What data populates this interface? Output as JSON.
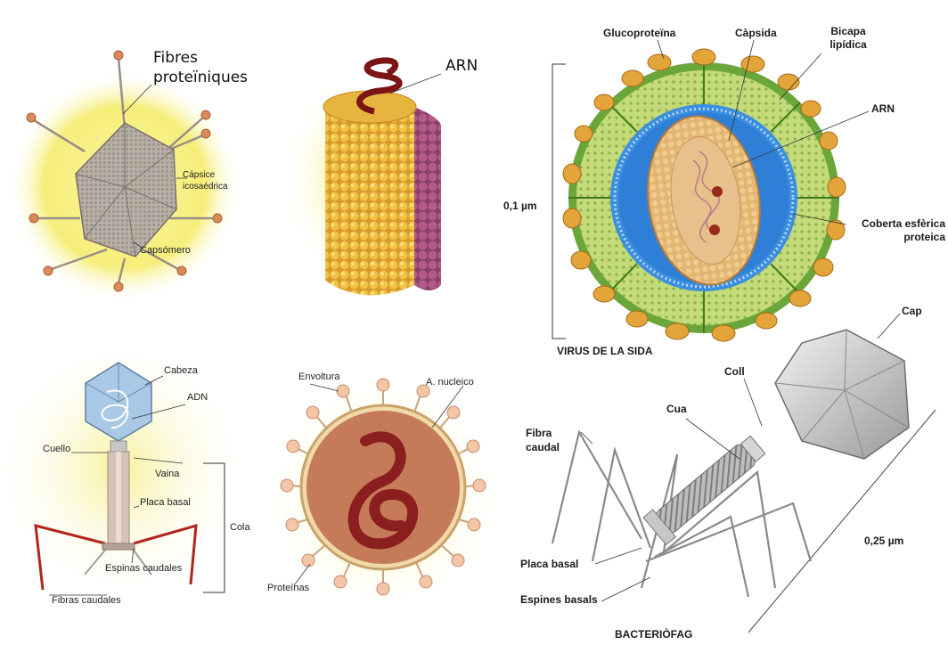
{
  "panels": {
    "icosahedral": {
      "labels": {
        "fibres": "Fibres proteïniques",
        "capsice": "Cápsice icosaédrica",
        "capsomero": "Capsómero"
      }
    },
    "helical": {
      "labels": {
        "arn": "ARN"
      }
    },
    "hiv": {
      "labels": {
        "glucoproteina": "Glucoproteïna",
        "capsida": "Càpsida",
        "bicapa": "Bicapa lipídica",
        "arn": "ARN",
        "coberta": "Coberta esfèrica proteica",
        "size": "0,1  µm",
        "title": "VIRUS DE LA SIDA"
      }
    },
    "phage_es": {
      "labels": {
        "cabeza": "Cabeza",
        "adn": "ADN",
        "cuello": "Cuello",
        "vaina": "Vaina",
        "placa": "Placa basal",
        "cola": "Cola",
        "espinas": "Espinas caudales",
        "fibras": "Fibras caudales"
      }
    },
    "enveloped": {
      "labels": {
        "envoltura": "Envoltura",
        "nucleico": "A. nucleico",
        "proteinas": "Proteínas"
      }
    },
    "phage_ca": {
      "labels": {
        "cap": "Cap",
        "coll": "Coll",
        "cua": "Cua",
        "fibra": "Fibra caudal",
        "placa": "Placa basal",
        "espines": "Espines basals",
        "size": "0,25  µm",
        "title": "BACTERIÒFAG"
      }
    }
  },
  "colors": {
    "glow": "#f6ee7a",
    "capsomer": "#e8b440",
    "helix": "#8b1e1e",
    "lipid": "#b9d36a",
    "core": "#2f7fd6",
    "phage_head": "#a9c8e6",
    "spike": "#d9a55e"
  }
}
